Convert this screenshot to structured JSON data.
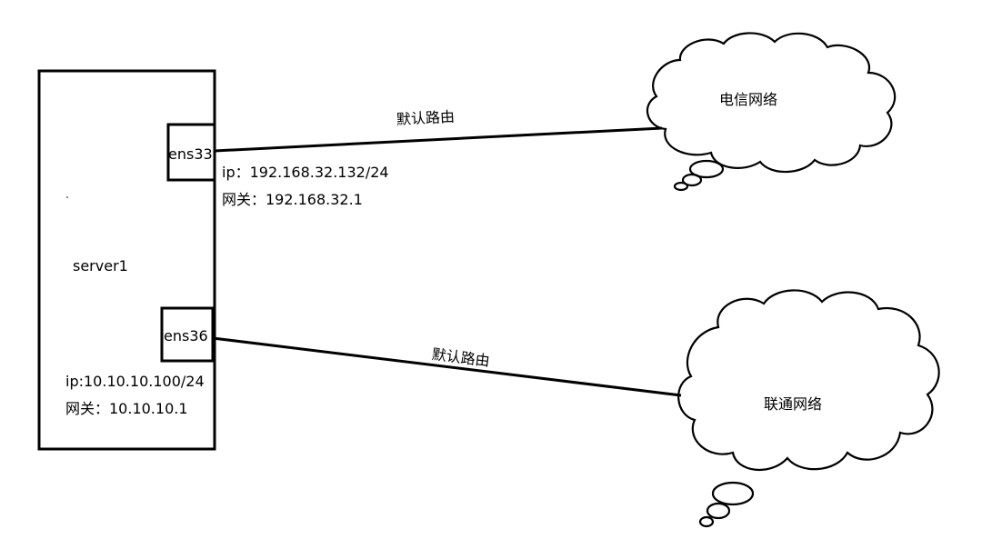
{
  "server": {
    "name": "server1",
    "interfaces": [
      {
        "name": "ens33",
        "ip_line": "ip：192.168.32.132/24",
        "gateway_line": "网关：192.168.32.1",
        "route_label": "默认路由",
        "network": "电信网络"
      },
      {
        "name": "ens36",
        "ip_line": "ip:10.10.10.100/24",
        "gateway_line": "网关：10.10.10.1",
        "route_label": "默认路由",
        "network": "联通网络"
      }
    ]
  },
  "colors": {
    "stroke": "#000000",
    "background": "#ffffff"
  }
}
